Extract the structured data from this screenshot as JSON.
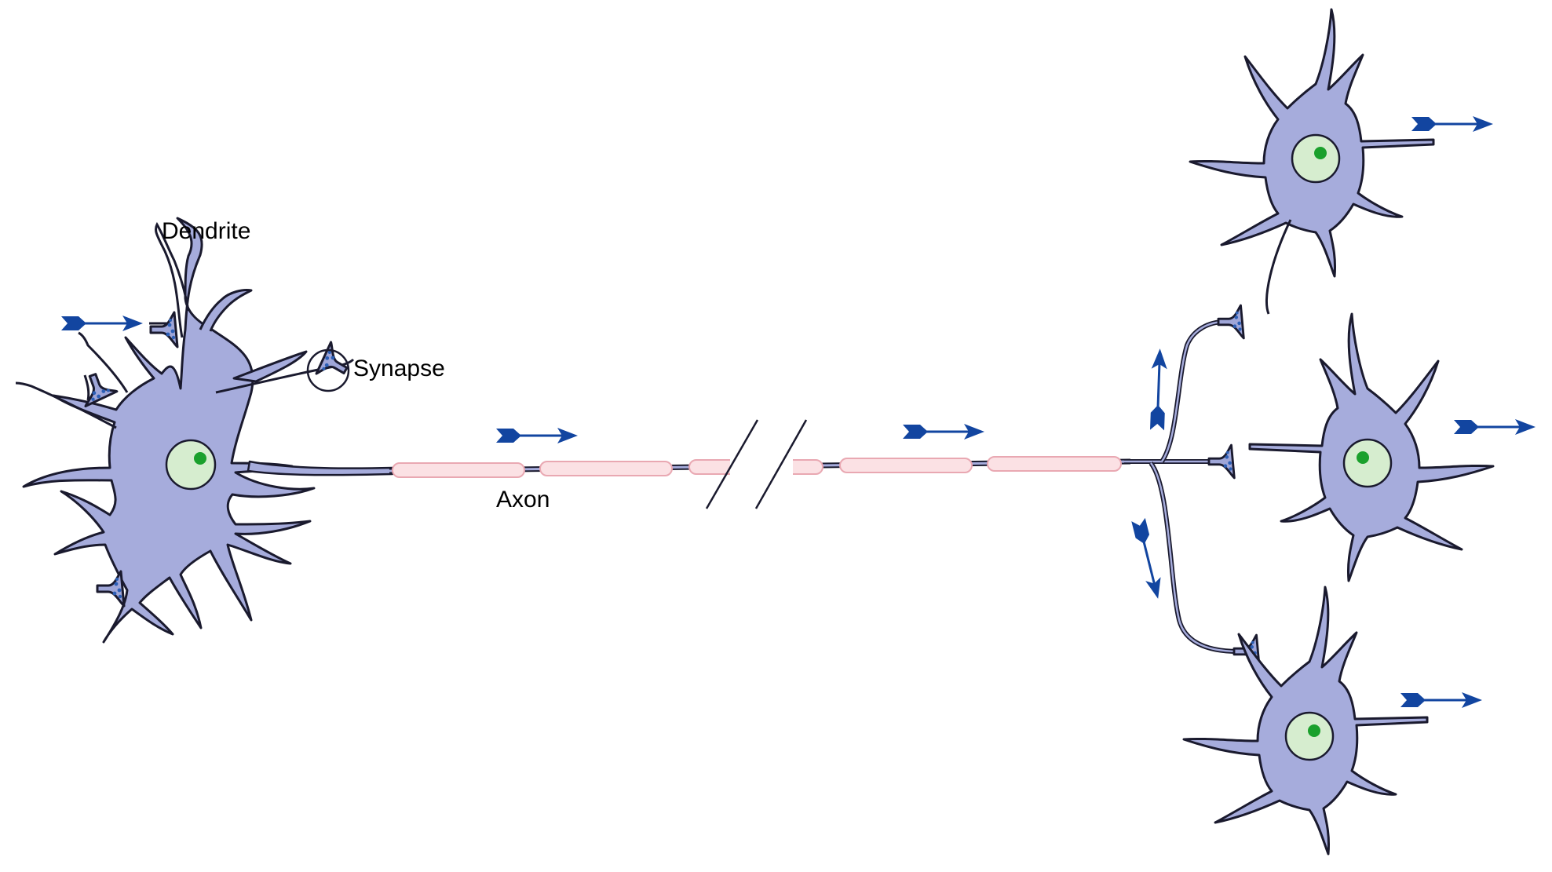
{
  "labels": {
    "dendrite": "Dendrite",
    "synapse": "Synapse",
    "axon": "Axon"
  },
  "colors": {
    "cell_body": "#a6acdc",
    "outline": "#1a1a2e",
    "nucleus": "#d6edcf",
    "nucleolus": "#1aa02c",
    "myelin": "#fbe1e4",
    "myelin_edge": "#e9a8b2",
    "arrow": "#1245a0",
    "synaptic_vesicle": "#2c5fb6",
    "terminal_fill": "#9fa6d8"
  },
  "icons": {
    "flow_arrow": "signal-direction-arrow-icon",
    "axon_break": "axon-break-icon"
  }
}
